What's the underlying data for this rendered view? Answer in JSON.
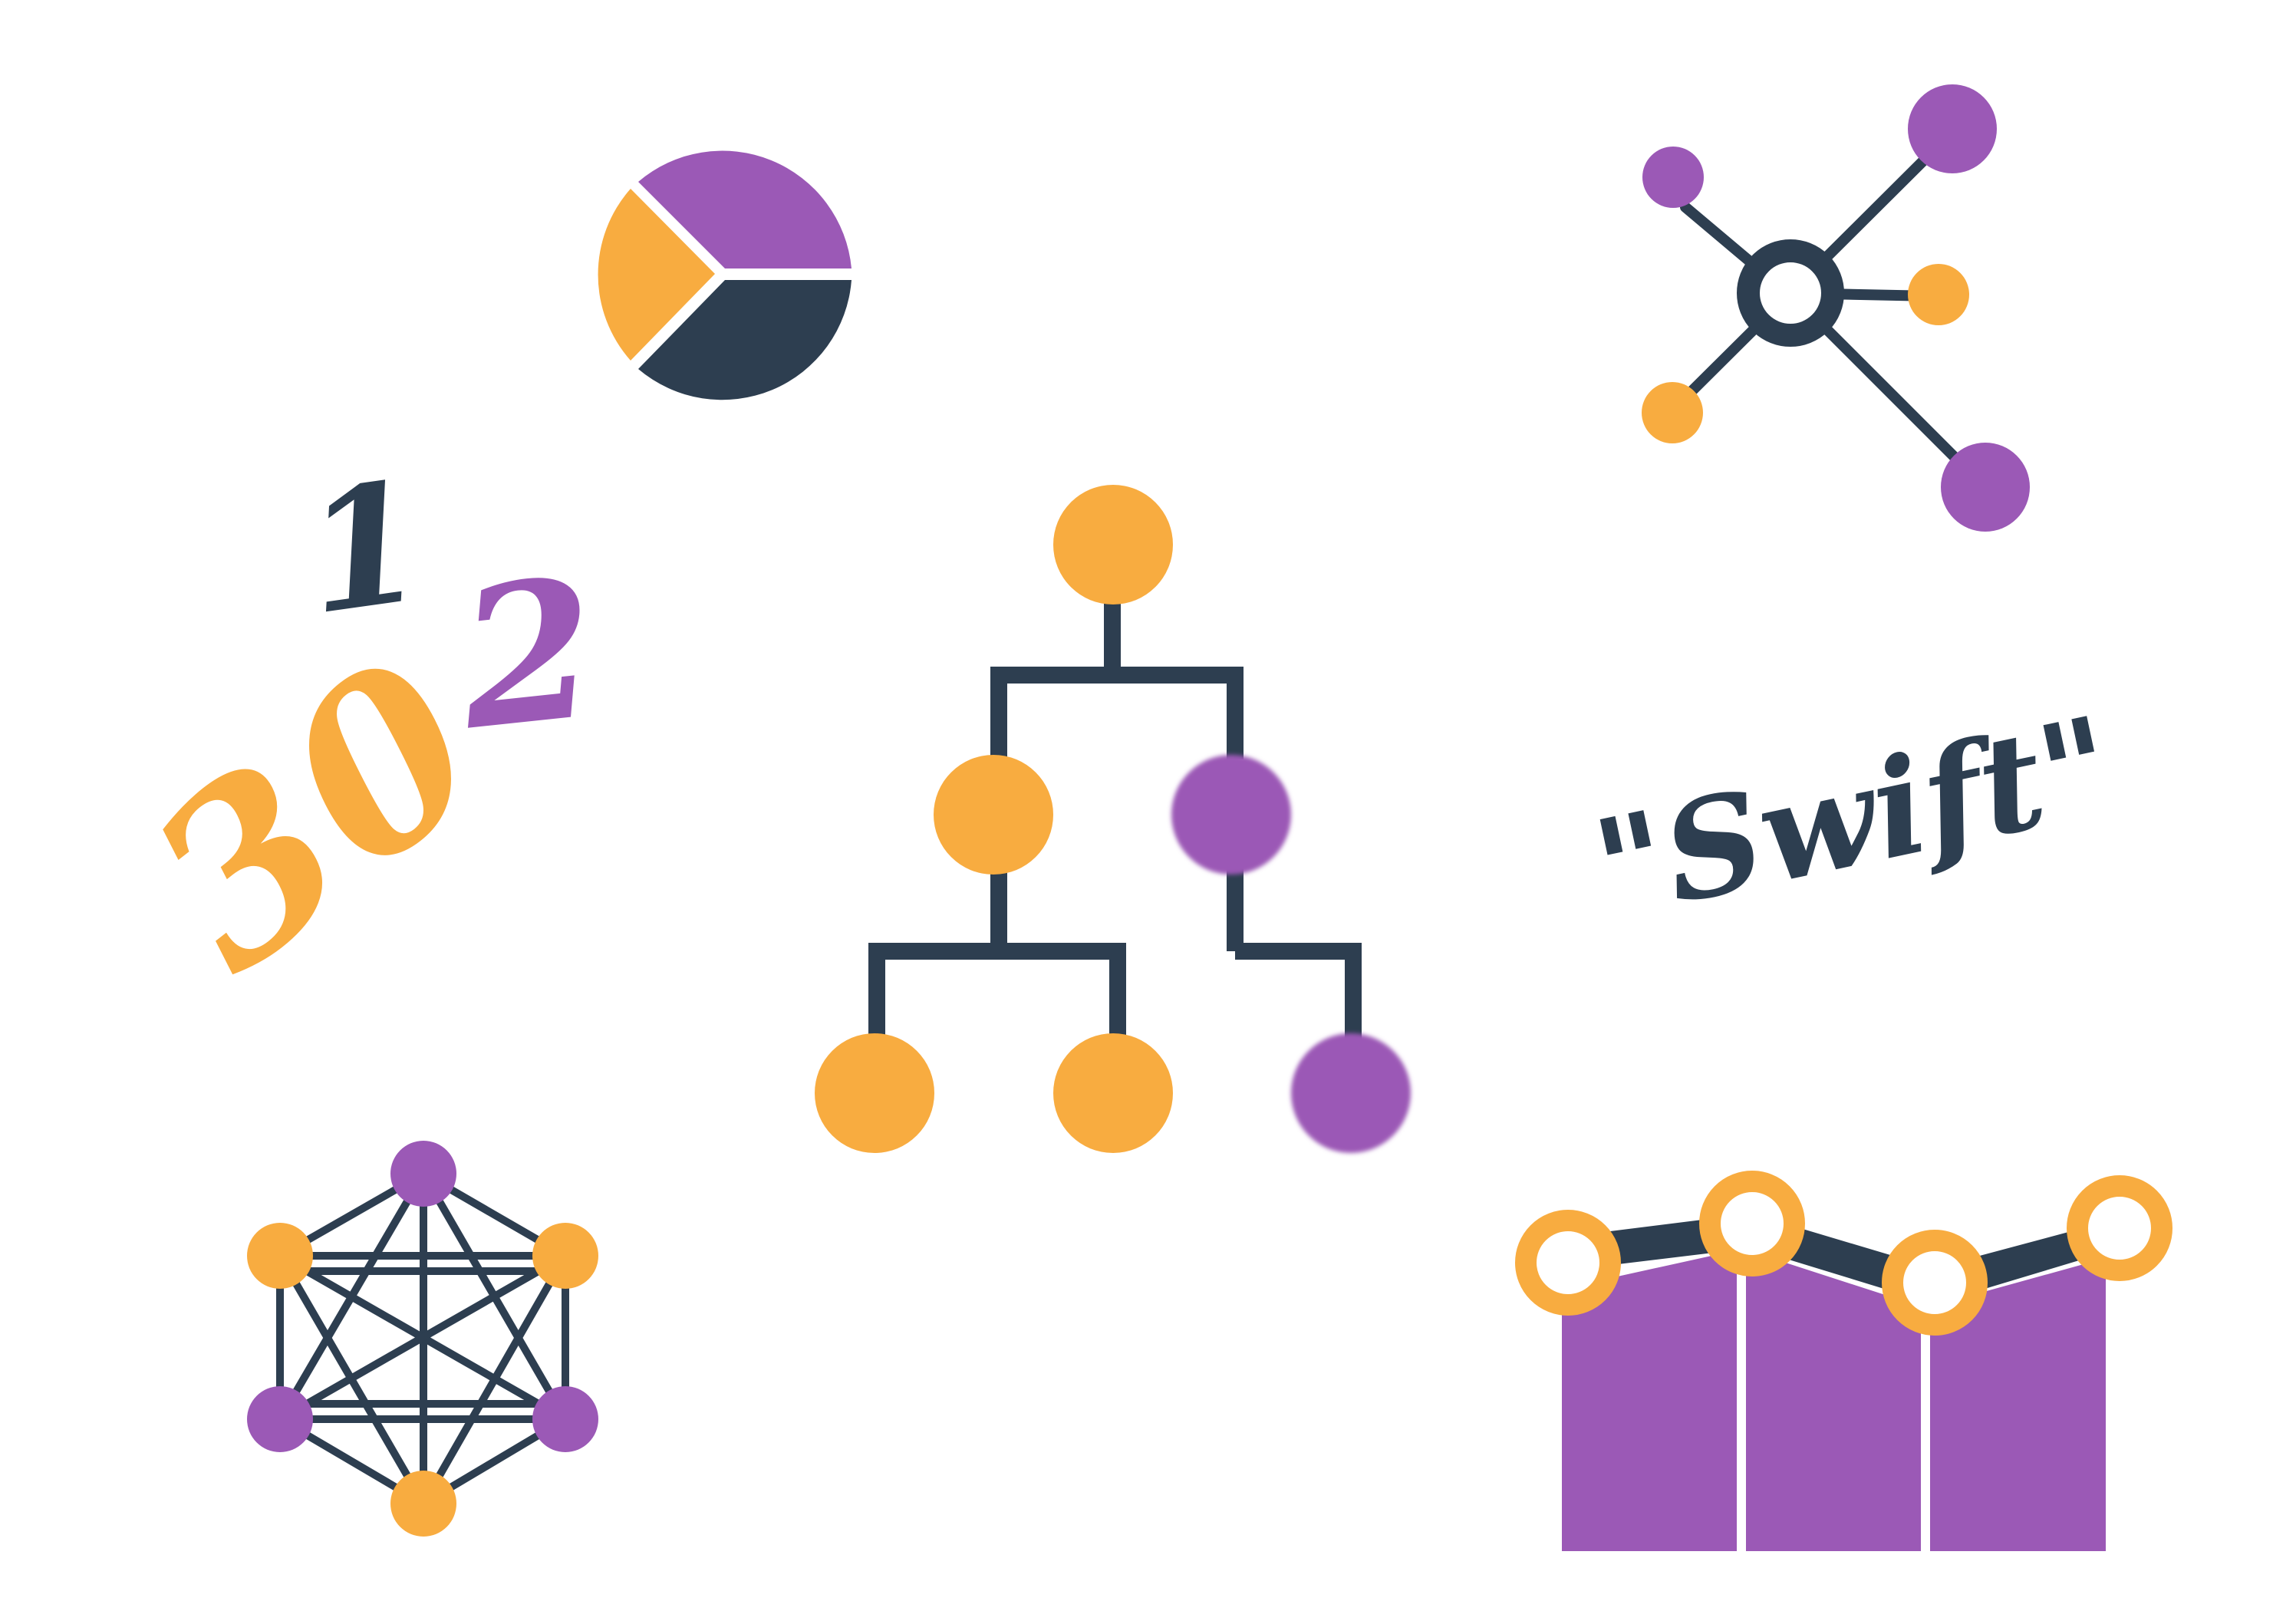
{
  "colors": {
    "navy": "#2d3e50",
    "purple": "#9b59b6",
    "orange": "#f8ac40",
    "background": "#ffffff"
  },
  "texts": {
    "digit_one": "1",
    "digit_two": "2",
    "digit_three": "3",
    "digit_zero": "0",
    "word_swift": "\"Swift\""
  },
  "icons": {
    "pie": "pie-chart-icon",
    "hub": "hub-network-icon",
    "tree": "hierarchy-tree-icon",
    "mesh": "mesh-network-icon",
    "area": "area-line-chart-icon"
  }
}
